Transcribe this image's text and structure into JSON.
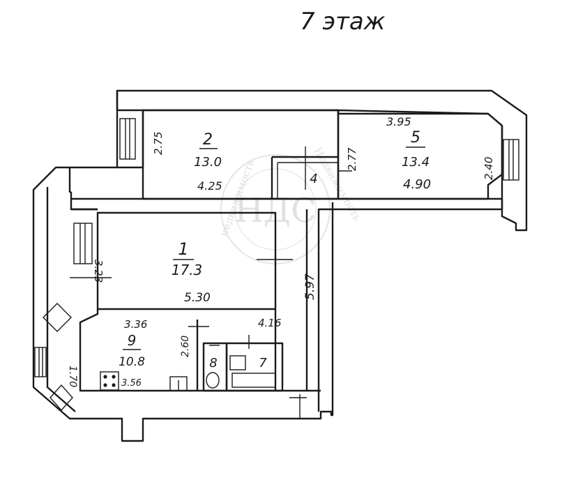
{
  "floor_title": "7 этаж",
  "watermark": {
    "center": "НДС",
    "ring_left": "недвижимость",
    "ring_right": "Недвижимость"
  },
  "rooms": [
    {
      "id": "2",
      "number": "2",
      "area": "13.0"
    },
    {
      "id": "5",
      "number": "5",
      "area": "13.4"
    },
    {
      "id": "1",
      "number": "1",
      "area": "17.3"
    },
    {
      "id": "9",
      "number": "9",
      "area": "10.8"
    },
    {
      "id": "4",
      "number": "4",
      "area": ""
    },
    {
      "id": "8",
      "number": "8",
      "area": ""
    },
    {
      "id": "7",
      "number": "7",
      "area": ""
    }
  ],
  "dimensions": {
    "room2_height": "2.75",
    "room2_width": "4.25",
    "room5_top": "3.95",
    "room5_left": "2.77",
    "room5_right": "2.40",
    "room5_width": "4.90",
    "room1_height": "3.23",
    "room1_width": "5.30",
    "corridor_length": "5.97",
    "room9_top": "3.36",
    "room9_side": "1.70",
    "room9_bottom": "3.56",
    "hall_height": "2.60",
    "bath_width": "4.16"
  }
}
